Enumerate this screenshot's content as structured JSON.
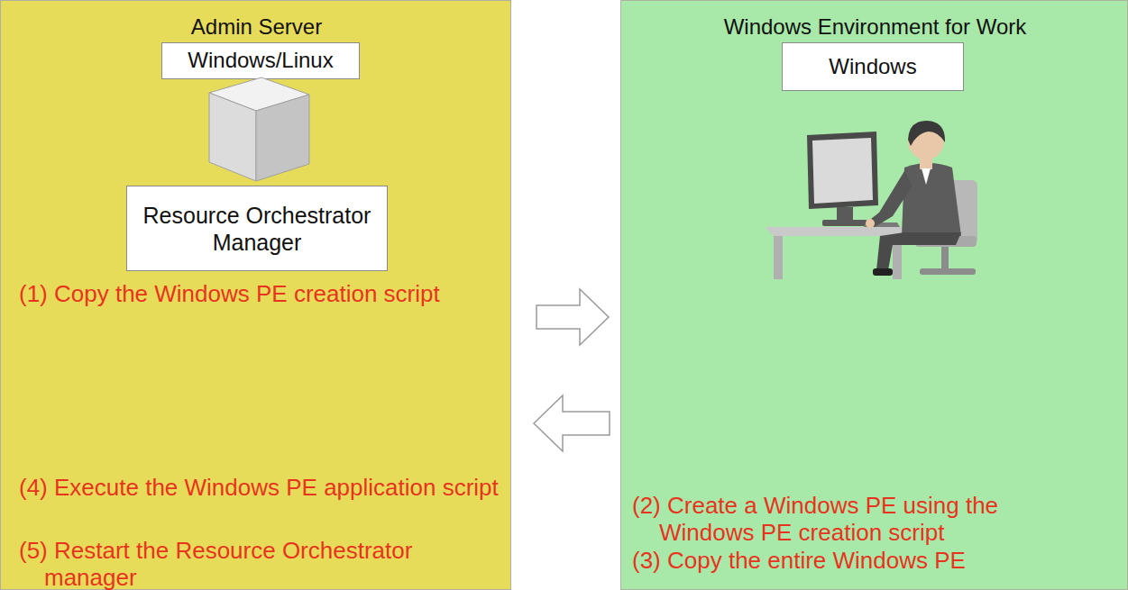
{
  "diagram": {
    "nodes": [
      {
        "text": [
          "Admin Server",
          "(1) Copy the Windows PE creation script",
          "(4) Execute the Windows PE application script",
          "(5) Restart the Resource Orchestrator manager"
        ]
      },
      {
        "text": [
          "Windows/Linux"
        ],
        "in": 0
      },
      {
        "text": [
          "Resource Orchestrator Manager"
        ],
        "in": 0
      },
      {
        "text": [
          "Windows Environment for Work",
          "(2) Create a Windows PE using the Windows PE creation script",
          "(3) Copy the entire Windows PE"
        ]
      },
      {
        "text": [
          "Windows"
        ],
        "in": 3
      }
    ],
    "edges": [
      {
        "from": 0,
        "to": 3,
        "arrow": "to"
      },
      {
        "from": 3,
        "to": 0,
        "arrow": "to"
      }
    ]
  }
}
